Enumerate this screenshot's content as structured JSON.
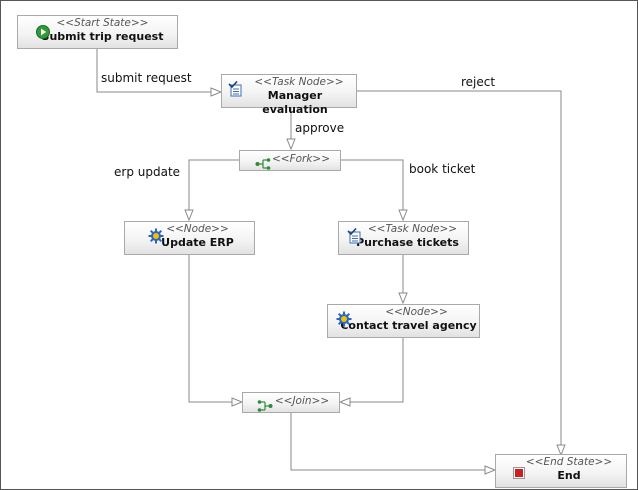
{
  "nodes": {
    "start": {
      "stereotype": "<<Start State>>",
      "name": "Submit trip request"
    },
    "manager": {
      "stereotype": "<<Task Node>>",
      "name": "Manager evaluation"
    },
    "fork": {
      "stereotype": "<<Fork>>"
    },
    "update_erp": {
      "stereotype": "<<Node>>",
      "name": "Update ERP"
    },
    "purchase": {
      "stereotype": "<<Task Node>>",
      "name": "Purchase tickets"
    },
    "contact": {
      "stereotype": "<<Node>>",
      "name": "Contact travel agency"
    },
    "join": {
      "stereotype": "<<Join>>"
    },
    "end": {
      "stereotype": "<<End State>>",
      "name": "End"
    }
  },
  "transitions": {
    "submit_request": "submit request",
    "reject": "reject",
    "approve": "approve",
    "erp_update": "erp update",
    "book_ticket": "book ticket"
  },
  "colors": {
    "edge": "#8a8a8a",
    "start_icon": "#2e9b3a",
    "end_icon": "#cc1f1f",
    "task_icon": "#3a6fb5",
    "gear_icon": "#2a64c4",
    "gear_center": "#f2c200",
    "fork_icon": "#2e8b3a"
  }
}
